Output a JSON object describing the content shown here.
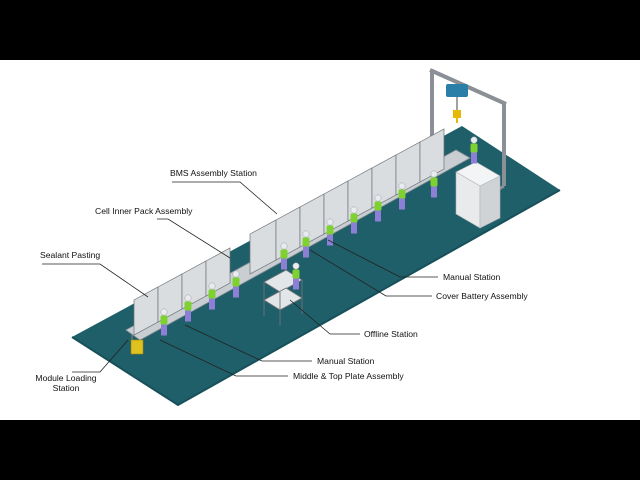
{
  "labels": {
    "bms_assembly_station": "BMS Assembly Station",
    "cell_inner_pack_assembly": "Cell Inner Pack Assembly",
    "sealant_pasting": "Sealant Pasting",
    "module_loading_line1": "Module Loading",
    "module_loading_line2": "Station",
    "manual_station_upper": "Manual Station",
    "cover_battery_assembly": "Cover Battery Assembly",
    "offline_station": "Offline Station",
    "manual_station_lower": "Manual Station",
    "middle_top_plate_assembly": "Middle & Top Plate Assembly"
  },
  "colors": {
    "letterbox": "#000000",
    "canvas": "#ffffff",
    "floor": "#1f5f6a",
    "floor_edge": "#17505a",
    "conveyor": "#c9ced3",
    "enclosure": "#d9dde0",
    "enclosure_glass": "#b9c7cf",
    "frame": "#6c7277",
    "cabinet": "#e8eaec",
    "worker_shirt": "#7fd132",
    "worker_pants": "#8e7fd6",
    "worker_head": "#e9ecef",
    "crane_hook": "#e6b800",
    "crane_hoist": "#2a7fa8",
    "leader_line": "#222222",
    "bin": "#e0c21f"
  },
  "icons": [
    "overhead-crane-icon",
    "worker-icon",
    "control-cabinet-icon",
    "yellow-bin-icon",
    "offline-cart-icon"
  ]
}
